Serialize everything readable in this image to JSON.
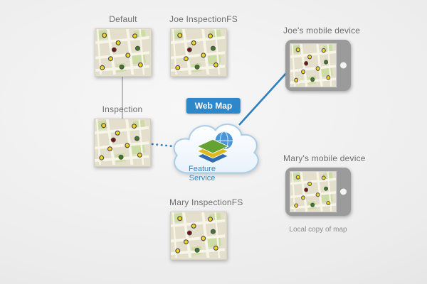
{
  "nodes": {
    "default": {
      "label": "Default"
    },
    "joe_fs": {
      "label": "Joe InspectionFS"
    },
    "inspection": {
      "label": "Inspection"
    },
    "mary_fs": {
      "label": "Mary InspectionFS"
    },
    "web_map": {
      "label": "Web Map"
    },
    "feature_service": {
      "label": "Feature Service"
    },
    "joe_device": {
      "label": "Joe's mobile device"
    },
    "mary_device": {
      "label": "Mary's mobile device",
      "caption": "Local copy of map"
    }
  },
  "colors": {
    "accent_blue": "#2d87c8",
    "connector_blue": "#2b7fc0",
    "connector_gray": "#a6a6a6",
    "text_gray": "#6e6e6e",
    "status_dot_yellow": "#f4d31b",
    "status_dot_green": "#3c7d1e",
    "status_dot_red": "#7c0f0f"
  }
}
